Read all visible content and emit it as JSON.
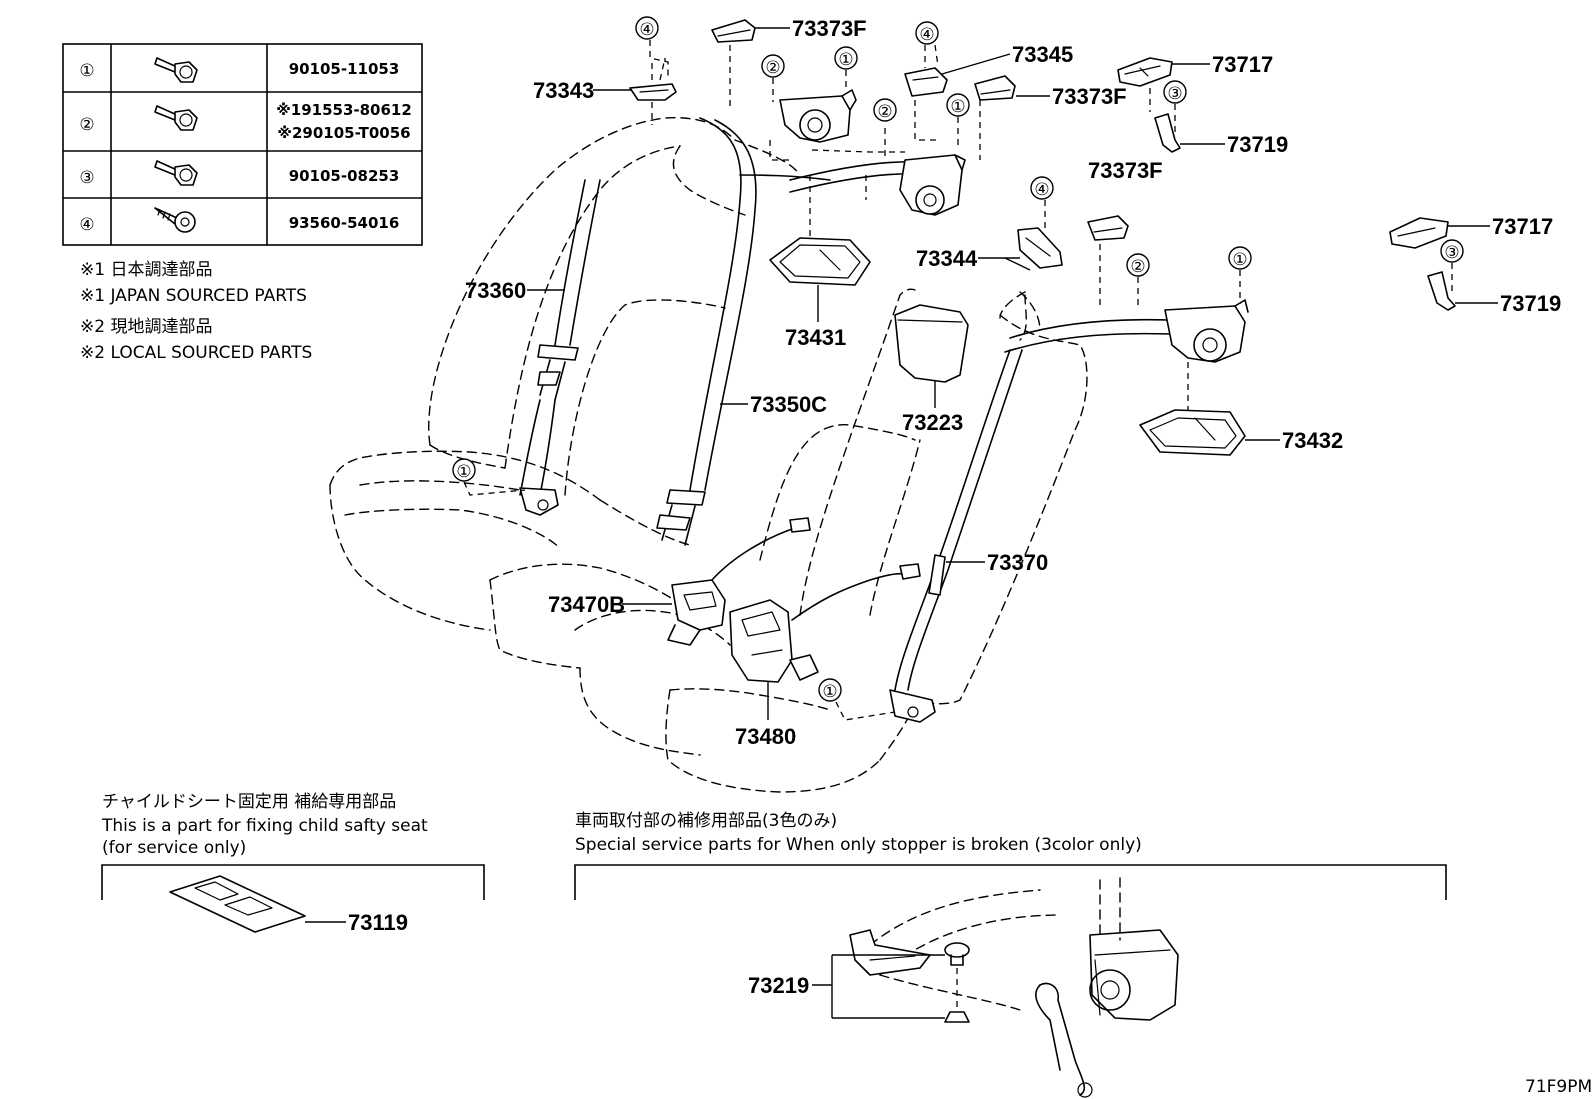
{
  "fastener_table": [
    {
      "index": "①",
      "part_no": "90105-11053"
    },
    {
      "index": "②",
      "part_no_1": "※191553-80612",
      "part_no_2": "※290105-T0056"
    },
    {
      "index": "③",
      "part_no": "90105-08253"
    },
    {
      "index": "④",
      "part_no": "93560-54016"
    }
  ],
  "notes": [
    "※1  日本調達部品",
    "※1  JAPAN SOURCED PARTS",
    "※2  現地調達部品",
    "※2  LOCAL SOURCED PARTS"
  ],
  "parts": {
    "p73343": "73343",
    "p73373F_a": "73373F",
    "p73345": "73345",
    "p73373F_b": "73373F",
    "p73717_a": "73717",
    "p73719_a": "73719",
    "p73373F_c": "73373F",
    "p73717_b": "73717",
    "p73719_b": "73719",
    "p73344": "73344",
    "p73360": "73360",
    "p73431": "73431",
    "p73223": "73223",
    "p73432": "73432",
    "p73350C": "73350C",
    "p73370": "73370",
    "p73470B": "73470B",
    "p73480": "73480",
    "p73119": "73119",
    "p73219": "73219"
  },
  "callouts": {
    "c1": "①",
    "c2": "②",
    "c3": "③",
    "c4": "④"
  },
  "child_seat_section": {
    "title_jp": "チャイルドシート固定用 補給専用部品",
    "title_en_1": "This is a part for fixing child safty seat",
    "title_en_2": "(for service only)"
  },
  "stopper_section": {
    "title_jp": "車両取付部の補修用部品(3色のみ)",
    "title_en": "Special service parts for When only stopper is broken (3color only)"
  },
  "diagram_code": "71F9PM"
}
